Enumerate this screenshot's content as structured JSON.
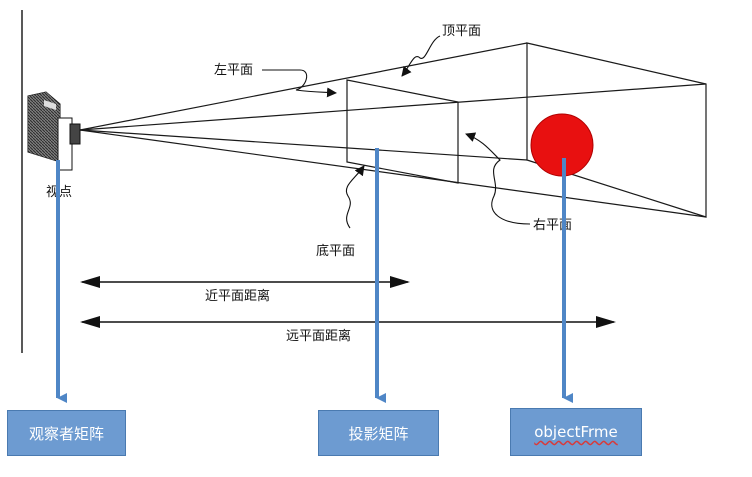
{
  "labels": {
    "top_plane": "顶平面",
    "left_plane": "左平面",
    "bottom_plane": "底平面",
    "right_plane": "右平面",
    "viewpoint": "视点",
    "near_distance": "近平面距离",
    "far_distance": "远平面距离"
  },
  "boxes": {
    "observer": "观察者矩阵",
    "projection": "投影矩阵",
    "object": "objectFrme"
  },
  "colors": {
    "box_fill": "#6d9bd1",
    "arrow_blue": "#4f86c6",
    "object_sphere": "#e81010",
    "lines": "#1a1a1a"
  }
}
